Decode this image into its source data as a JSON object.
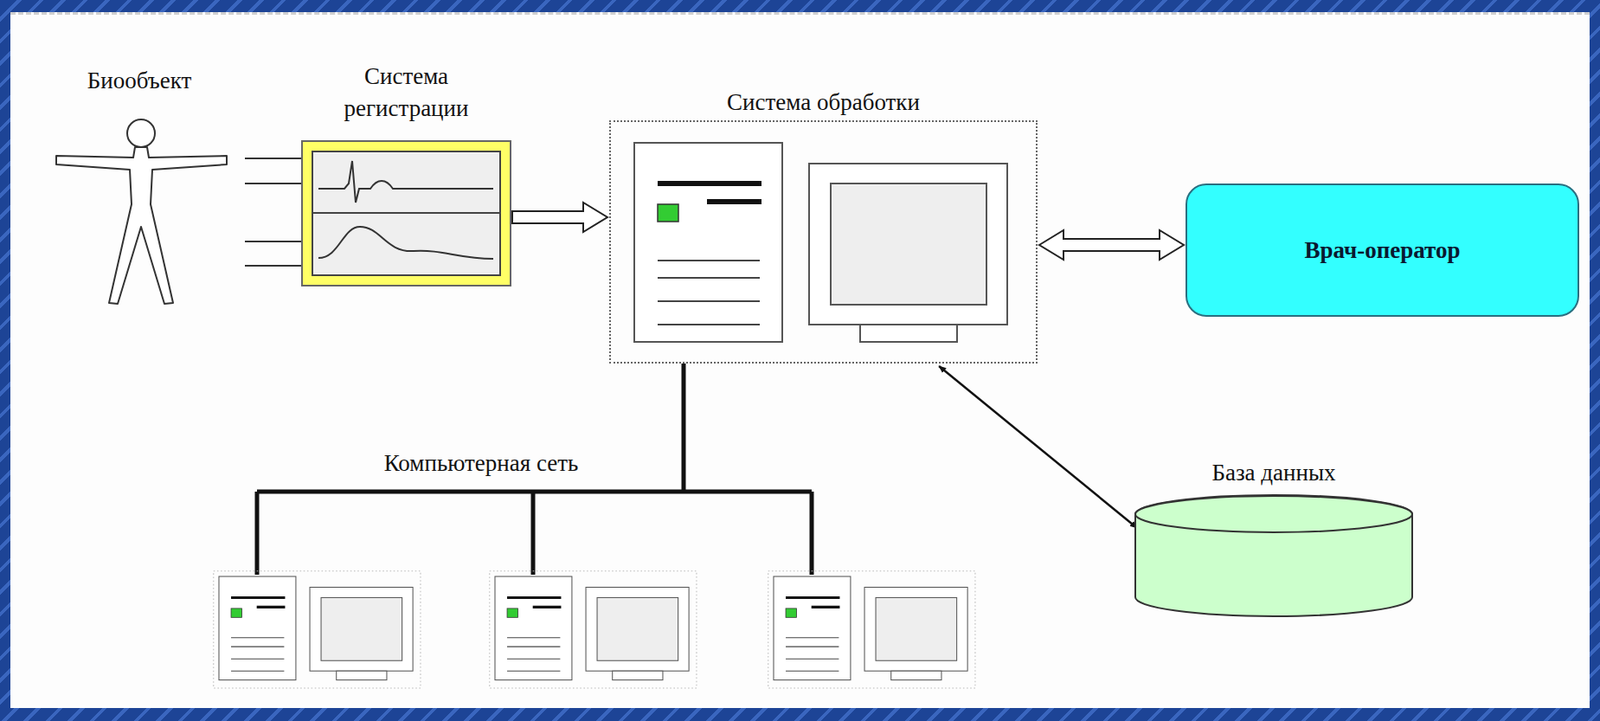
{
  "diagram": {
    "nodes": [
      {
        "text": [
          "Система регистрации"
        ]
      },
      {
        "text": [
          "Система обработки"
        ]
      },
      {
        "text": [
          "Врач-оператор"
        ]
      },
      {
        "text": [
          "База данных"
        ]
      }
    ],
    "edges": [
      {
        "from": 0,
        "to": 1,
        "arrow": "to"
      },
      {
        "from": 1,
        "to": 2,
        "arrow": "both"
      },
      {
        "from": 1,
        "to": 3,
        "arrow": "both"
      }
    ],
    "labels": [
      "Биообъект",
      "Компьютерная сеть"
    ]
  }
}
